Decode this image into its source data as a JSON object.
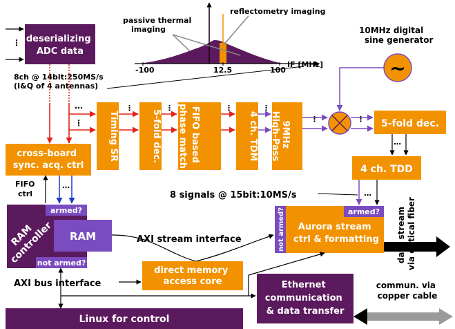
{
  "spectrum": {
    "passive_label": [
      "passive thermal",
      "imaging"
    ],
    "reflecto_label": "reflectometry imaging",
    "axis_label": "IF [MHz]",
    "tick_left": "-100",
    "tick_mid": "12.5",
    "tick_right": "100"
  },
  "deser": {
    "lines": [
      "deserializing",
      "ADC data"
    ]
  },
  "adc_note": [
    "8ch @ 14bit:250MS/s",
    "(I&Q of 4 antennas)"
  ],
  "osc": {
    "label": [
      "10MHz digital",
      "sine generator"
    ],
    "symbol": "~"
  },
  "pipeline": {
    "timing": "Timing SR",
    "dec1": "5-fold dec.",
    "fifo": [
      "FIFO based",
      "phase match"
    ],
    "tdm": "4 ch. TDM",
    "hp": [
      "9MHz",
      "High-Pass"
    ],
    "dec2": "5-fold dec.",
    "tdd": "4 ch. TDD"
  },
  "crossboard": [
    "cross-board",
    "sync. acq. ctrl"
  ],
  "fifo_ctrl": [
    "FIFO",
    "ctrl"
  ],
  "signals_note": "8 signals @ 15bit:10MS/s",
  "ram_ctrl": {
    "label": [
      "RAM",
      "controller"
    ],
    "armed": "armed?",
    "not_armed": "not armed?",
    "ram": "RAM"
  },
  "aurora": {
    "label": [
      "Aurora stream",
      "ctrl & formatting"
    ],
    "armed": "armed?",
    "not_armed": "not armed?",
    "side": [
      "data stream",
      "via optical fiber"
    ]
  },
  "axi_stream": "AXI stream interface",
  "dma": [
    "direct memory",
    "access core"
  ],
  "axi_bus": "AXI bus interface",
  "ethernet": [
    "Ethernet",
    "communication",
    "& data transfer"
  ],
  "copper": [
    "commun. via",
    "copper cable"
  ],
  "linux": "Linux for control",
  "colors": {
    "orange": "#f39200",
    "purple": "#5c1a5e",
    "violet": "#7a4cc0",
    "red": "#e2231a",
    "blue": "#2038c8",
    "dark_purple": "#4a1850"
  }
}
